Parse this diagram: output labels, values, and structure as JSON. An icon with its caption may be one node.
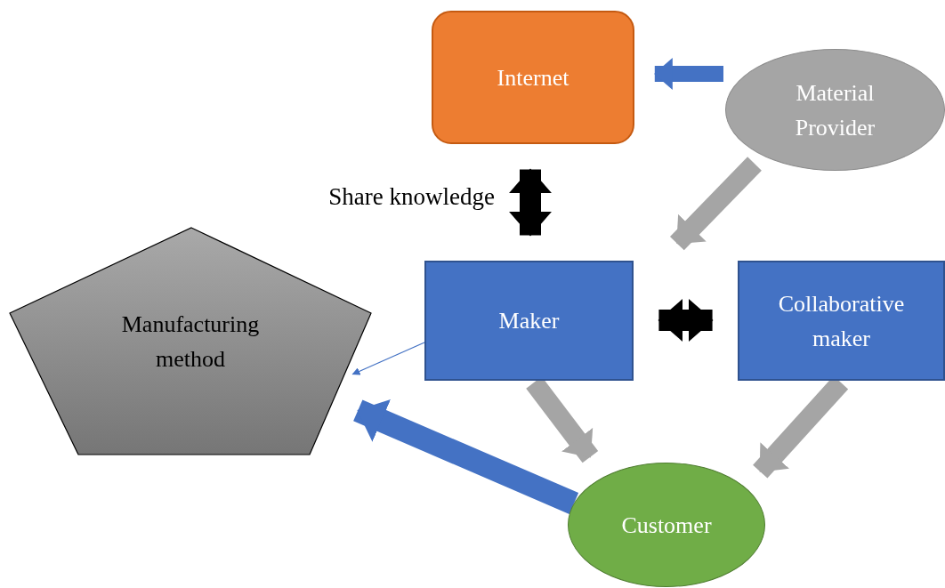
{
  "diagram": {
    "nodes": [
      {
        "text": [
          "Internet"
        ]
      },
      {
        "text": [
          "Material Provider"
        ]
      },
      {
        "text": [
          "Maker"
        ]
      },
      {
        "text": [
          "Collaborative maker"
        ]
      },
      {
        "text": [
          "Manufacturing method"
        ]
      },
      {
        "text": [
          "Customer"
        ]
      }
    ],
    "edges": [
      {
        "from": 1,
        "to": 0,
        "arrow": "to",
        "color": "#4472c4"
      },
      {
        "from": 0,
        "to": 2,
        "arrow": "both",
        "color": "#000000",
        "label": "Share knowledge"
      },
      {
        "from": 1,
        "to": 2,
        "arrow": "to",
        "color": "#a5a5a5"
      },
      {
        "from": 2,
        "to": 3,
        "arrow": "both",
        "color": "#000000"
      },
      {
        "from": 2,
        "to": 5,
        "arrow": "to",
        "color": "#a5a5a5"
      },
      {
        "from": 3,
        "to": 5,
        "arrow": "to",
        "color": "#a5a5a5"
      },
      {
        "from": 5,
        "to": 4,
        "arrow": "to",
        "color": "#4472c4"
      },
      {
        "from": 2,
        "to": 4,
        "arrow": "to",
        "color": "#4472c4"
      }
    ]
  }
}
